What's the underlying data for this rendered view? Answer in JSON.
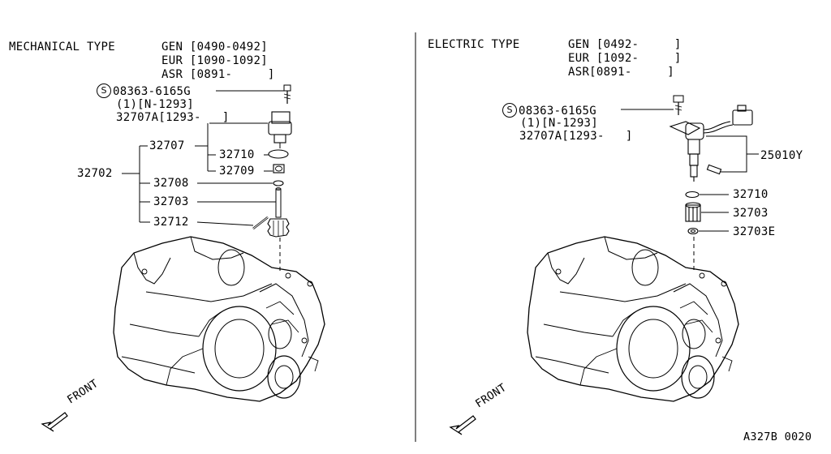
{
  "left": {
    "title": "MECHANICAL TYPE",
    "applicability": [
      "GEN [0490-0492]",
      "EUR [1090-1092]",
      "ASR [0891-     ]"
    ],
    "screw_symbol": "S",
    "bolt_part": "08363-6165G",
    "bolt_qty": "(1)[N-1293]",
    "sensor_part": "32707A[1293-   ]",
    "parts": {
      "p32707": "32707",
      "p32710": "32710",
      "p32709": "32709",
      "p32702": "32702",
      "p32708": "32708",
      "p32703": "32703",
      "p32712": "32712"
    },
    "front": "FRONT"
  },
  "right": {
    "title": "ELECTRIC TYPE",
    "applicability": [
      "GEN [0492-     ]",
      "EUR [1092-     ]",
      "ASR[0891-     ]"
    ],
    "screw_symbol": "S",
    "bolt_part": "08363-6165G",
    "bolt_qty": "(1)[N-1293]",
    "sensor_part": "32707A[1293-   ]",
    "parts": {
      "p25010Y": "25010Y",
      "p32710": "32710",
      "p32703": "32703",
      "p32703E": "32703E"
    },
    "front": "FRONT"
  },
  "diagram_code": "A327B 0020"
}
